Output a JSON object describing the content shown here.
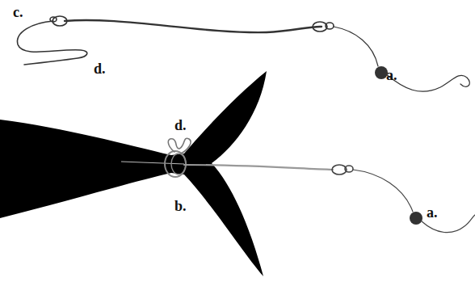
{
  "diagram": {
    "labels": [
      "c.",
      "d.",
      "a.",
      "d.",
      "b.",
      "a."
    ]
  }
}
